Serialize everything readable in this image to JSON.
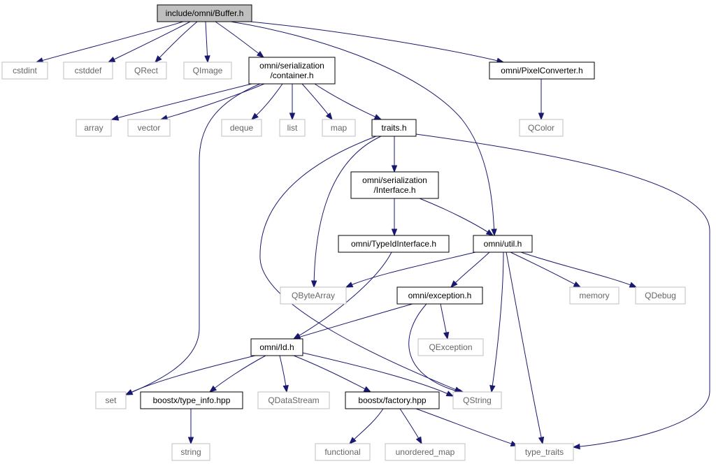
{
  "nodes": [
    {
      "id": "buffer",
      "label": "include/omni/Buffer.h",
      "kind": "main"
    },
    {
      "id": "cstdint",
      "label": "cstdint",
      "kind": "ext"
    },
    {
      "id": "cstddef",
      "label": "cstddef",
      "kind": "ext"
    },
    {
      "id": "qrect",
      "label": "QRect",
      "kind": "ext"
    },
    {
      "id": "qimage",
      "label": "QImage",
      "kind": "ext"
    },
    {
      "id": "container",
      "label": "omni/serialization\n/container.h",
      "kind": "local"
    },
    {
      "id": "pixelconv",
      "label": "omni/PixelConverter.h",
      "kind": "local"
    },
    {
      "id": "qcolor",
      "label": "QColor",
      "kind": "ext"
    },
    {
      "id": "array",
      "label": "array",
      "kind": "ext"
    },
    {
      "id": "vector",
      "label": "vector",
      "kind": "ext"
    },
    {
      "id": "deque",
      "label": "deque",
      "kind": "ext"
    },
    {
      "id": "list",
      "label": "list",
      "kind": "ext"
    },
    {
      "id": "map",
      "label": "map",
      "kind": "ext"
    },
    {
      "id": "traits",
      "label": "traits.h",
      "kind": "local"
    },
    {
      "id": "interface",
      "label": "omni/serialization\n/Interface.h",
      "kind": "local"
    },
    {
      "id": "typeid",
      "label": "omni/TypeIdInterface.h",
      "kind": "local"
    },
    {
      "id": "util",
      "label": "omni/util.h",
      "kind": "local"
    },
    {
      "id": "qbytearray",
      "label": "QByteArray",
      "kind": "ext"
    },
    {
      "id": "exception",
      "label": "omni/exception.h",
      "kind": "local"
    },
    {
      "id": "memory",
      "label": "memory",
      "kind": "ext"
    },
    {
      "id": "qdebug",
      "label": "QDebug",
      "kind": "ext"
    },
    {
      "id": "qexception",
      "label": "QException",
      "kind": "ext"
    },
    {
      "id": "idh",
      "label": "omni/Id.h",
      "kind": "local"
    },
    {
      "id": "set",
      "label": "set",
      "kind": "ext"
    },
    {
      "id": "typeinfo",
      "label": "boostx/type_info.hpp",
      "kind": "local"
    },
    {
      "id": "qdatastream",
      "label": "QDataStream",
      "kind": "ext"
    },
    {
      "id": "factory",
      "label": "boostx/factory.hpp",
      "kind": "local"
    },
    {
      "id": "qstring",
      "label": "QString",
      "kind": "ext"
    },
    {
      "id": "string",
      "label": "string",
      "kind": "ext"
    },
    {
      "id": "functional",
      "label": "functional",
      "kind": "ext"
    },
    {
      "id": "unordered_map",
      "label": "unordered_map",
      "kind": "ext"
    },
    {
      "id": "type_traits",
      "label": "type_traits",
      "kind": "ext"
    }
  ],
  "edges": [
    [
      "buffer",
      "cstdint"
    ],
    [
      "buffer",
      "cstddef"
    ],
    [
      "buffer",
      "qrect"
    ],
    [
      "buffer",
      "qimage"
    ],
    [
      "buffer",
      "container"
    ],
    [
      "buffer",
      "util"
    ],
    [
      "buffer",
      "pixelconv"
    ],
    [
      "pixelconv",
      "qcolor"
    ],
    [
      "container",
      "array"
    ],
    [
      "container",
      "vector"
    ],
    [
      "container",
      "set"
    ],
    [
      "container",
      "deque"
    ],
    [
      "container",
      "list"
    ],
    [
      "container",
      "map"
    ],
    [
      "container",
      "traits"
    ],
    [
      "traits",
      "qbytearray"
    ],
    [
      "traits",
      "qstring"
    ],
    [
      "traits",
      "interface"
    ],
    [
      "traits",
      "type_traits"
    ],
    [
      "interface",
      "typeid"
    ],
    [
      "interface",
      "util"
    ],
    [
      "typeid",
      "idh"
    ],
    [
      "util",
      "qbytearray"
    ],
    [
      "util",
      "exception"
    ],
    [
      "util",
      "memory"
    ],
    [
      "util",
      "qdebug"
    ],
    [
      "util",
      "qstring"
    ],
    [
      "util",
      "type_traits"
    ],
    [
      "exception",
      "idh"
    ],
    [
      "exception",
      "qexception"
    ],
    [
      "exception",
      "qstring"
    ],
    [
      "idh",
      "set"
    ],
    [
      "idh",
      "typeinfo"
    ],
    [
      "idh",
      "qdatastream"
    ],
    [
      "idh",
      "factory"
    ],
    [
      "idh",
      "qstring"
    ],
    [
      "typeinfo",
      "string"
    ],
    [
      "factory",
      "functional"
    ],
    [
      "factory",
      "unordered_map"
    ],
    [
      "factory",
      "type_traits"
    ]
  ]
}
